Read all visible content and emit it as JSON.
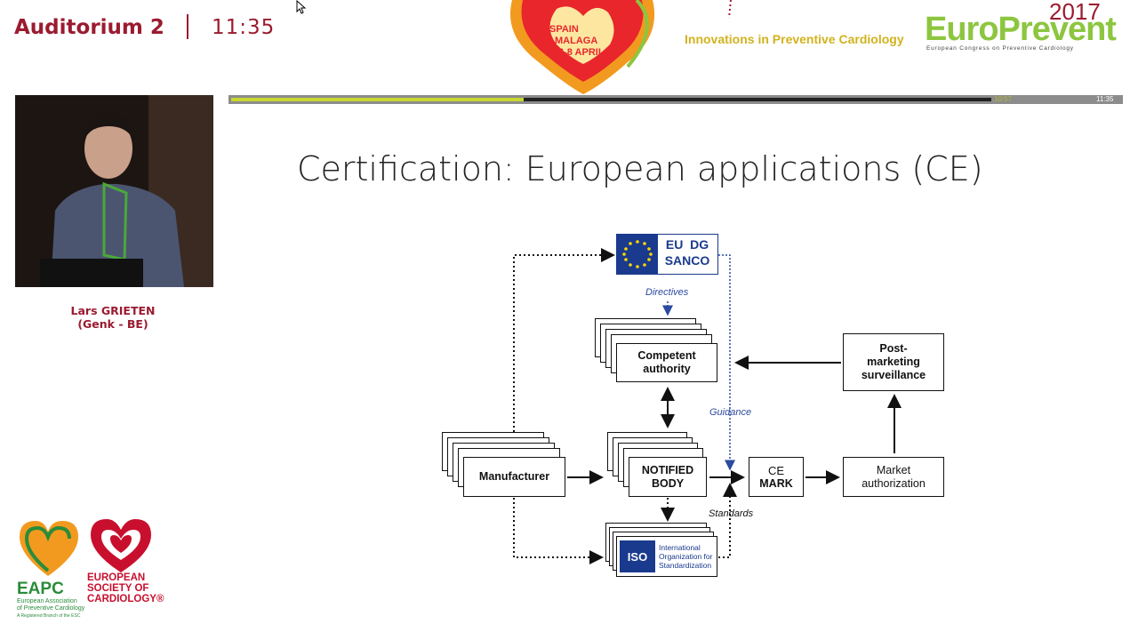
{
  "header": {
    "room": "Auditorium 2",
    "time": "11:35",
    "event_city": [
      "SPAIN",
      "MALAGA",
      "6-8 APRIL"
    ],
    "tagline": "Innovations in Preventive Cardiology",
    "brand_year": "2017",
    "brand_name": "EuroPrevent",
    "brand_sub": "European Congress on Preventive Cardiology"
  },
  "progress": {
    "fraction": 0.385,
    "elapsed_label": "10:57",
    "end_label": "11:35"
  },
  "speaker": {
    "name": "Lars GRIETEN",
    "affiliation": "(Genk - BE)"
  },
  "slide": {
    "title": "Certification: European applications (CE)",
    "eu_line1": "EU  DG",
    "eu_line2": "SANCO",
    "directives": "Directives",
    "competent_1": "Competent",
    "competent_2": "authority",
    "post_1": "Post-",
    "post_2": "marketing",
    "post_3": "surveillance",
    "guidance": "Guidance",
    "manufacturer": "Manufacturer",
    "notified_1": "NOTIFIED",
    "notified_2": "BODY",
    "ce_symbol": "CE",
    "ce_mark": "MARK",
    "market_1": "Market",
    "market_2": "authorization",
    "standards": "Standards",
    "iso_logo": "ISO",
    "iso_1": "International",
    "iso_2": "Organization for",
    "iso_3": "Standardization"
  },
  "logos": {
    "eapc": "EAPC",
    "eapc_sub_1": "European Association",
    "eapc_sub_2": "of Preventive Cardiology",
    "eapc_sub_3": "A Registered Branch of the ESC",
    "esc_1": "EUROPEAN",
    "esc_2": "SOCIETY OF",
    "esc_3": "CARDIOLOGY®"
  },
  "colors": {
    "brand_red": "#9b1b30",
    "brand_green": "#8cc63f",
    "eu_blue": "#1a3a8e",
    "progress_fill": "#c9d830"
  }
}
